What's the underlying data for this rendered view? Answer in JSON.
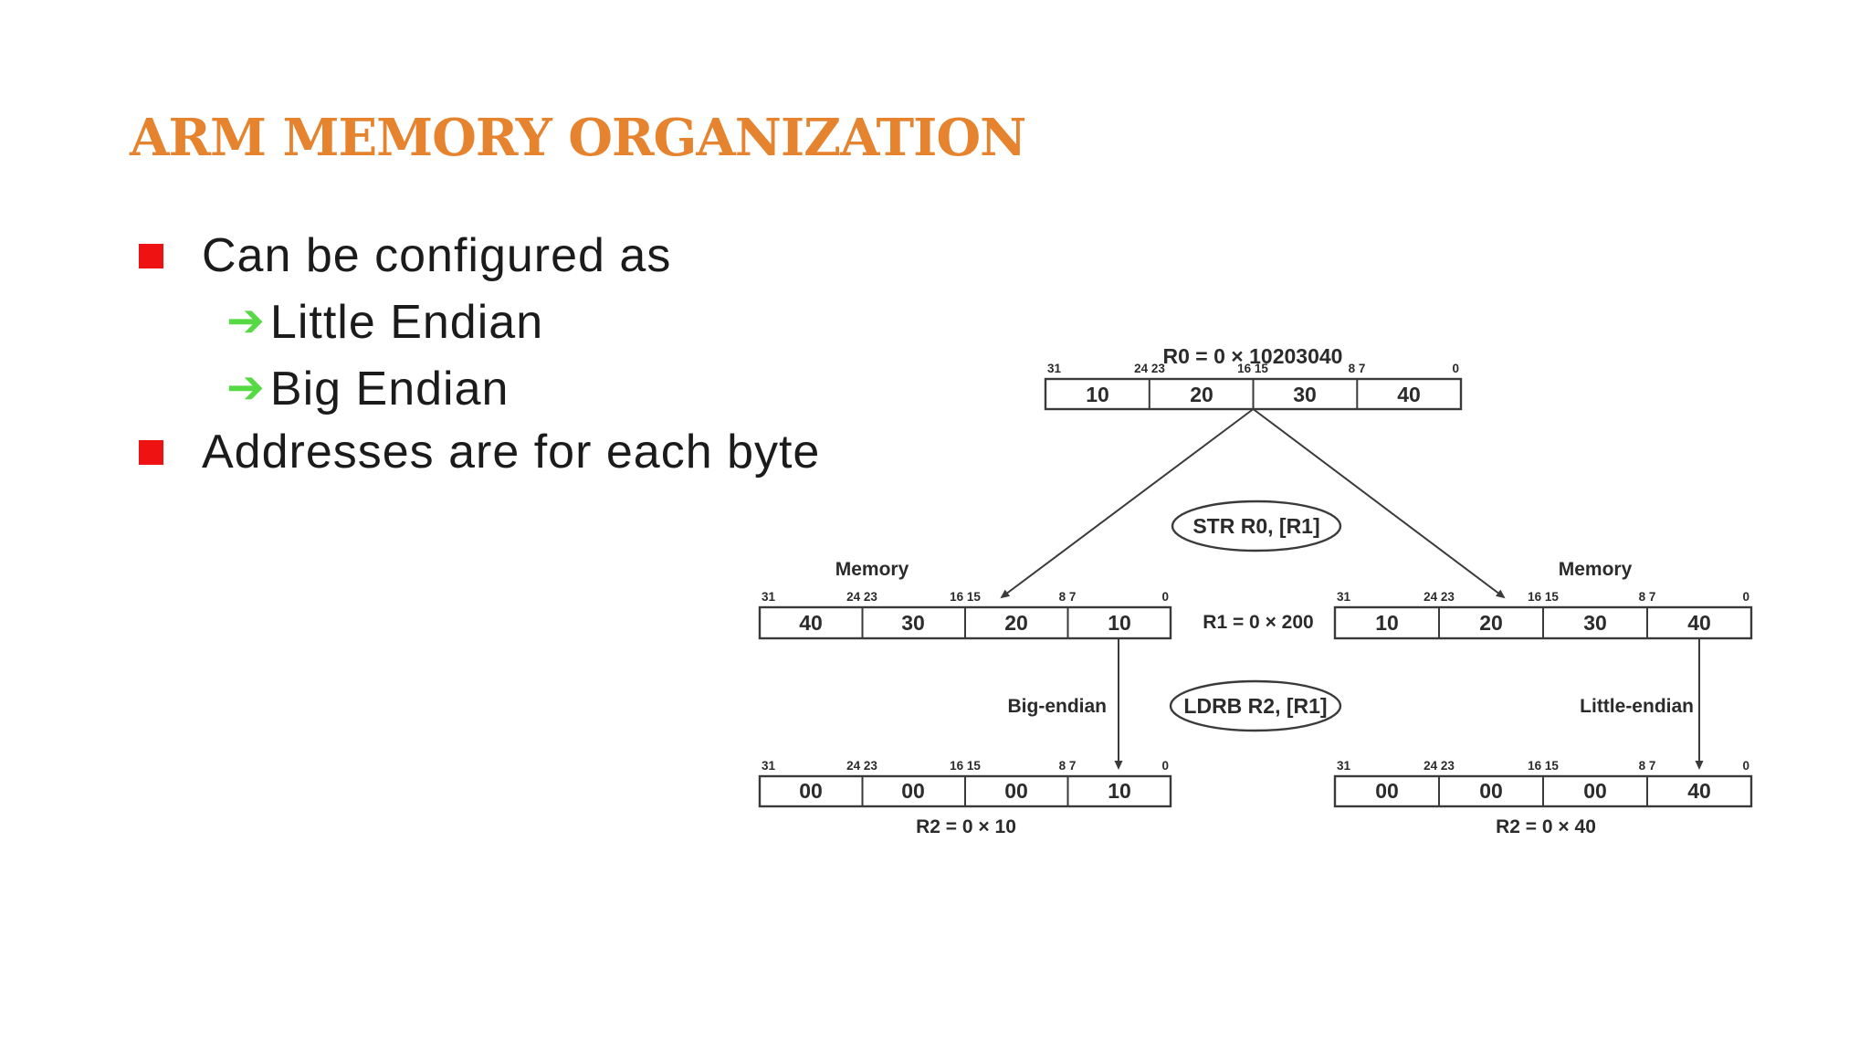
{
  "slide": {
    "background": "#ffffff"
  },
  "title": {
    "text": "ARM MEMORY ORGANIZATION",
    "color": "#e5832f"
  },
  "bullets": {
    "square_color": "#ee1212",
    "arrow_color": "#56d945",
    "arrow_icon": "➔",
    "items": [
      {
        "level": 1,
        "text": "Can be configured as"
      },
      {
        "level": 2,
        "text": "Little Endian"
      },
      {
        "level": 2,
        "text": "Big Endian"
      },
      {
        "level": 1,
        "text": "Addresses are for each byte"
      }
    ]
  },
  "diagram": {
    "ink_color": "#3a3a3a",
    "r0_value_label": "R0 = 0 × 10203040",
    "r1_value_label": "R1 = 0 × 200",
    "r2_big_value_label": "R2 = 0 × 10",
    "r2_little_value_label": "R2 = 0 × 40",
    "store_instruction": "STR R0, [R1]",
    "load_instruction": "LDRB R2, [R1]",
    "memory_left_label": "Memory",
    "memory_right_label": "Memory",
    "big_endian_label": "Big-endian",
    "little_endian_label": "Little-endian",
    "bit_labels": [
      "31",
      "24 23",
      "16 15",
      "8 7",
      "0"
    ],
    "r0_cells": [
      "10",
      "20",
      "30",
      "40"
    ],
    "memory_big_endian_cells": [
      "40",
      "30",
      "20",
      "10"
    ],
    "memory_little_endian_cells": [
      "10",
      "20",
      "30",
      "40"
    ],
    "r2_big_endian_cells": [
      "00",
      "00",
      "00",
      "10"
    ],
    "r2_little_endian_cells": [
      "00",
      "00",
      "00",
      "40"
    ]
  }
}
